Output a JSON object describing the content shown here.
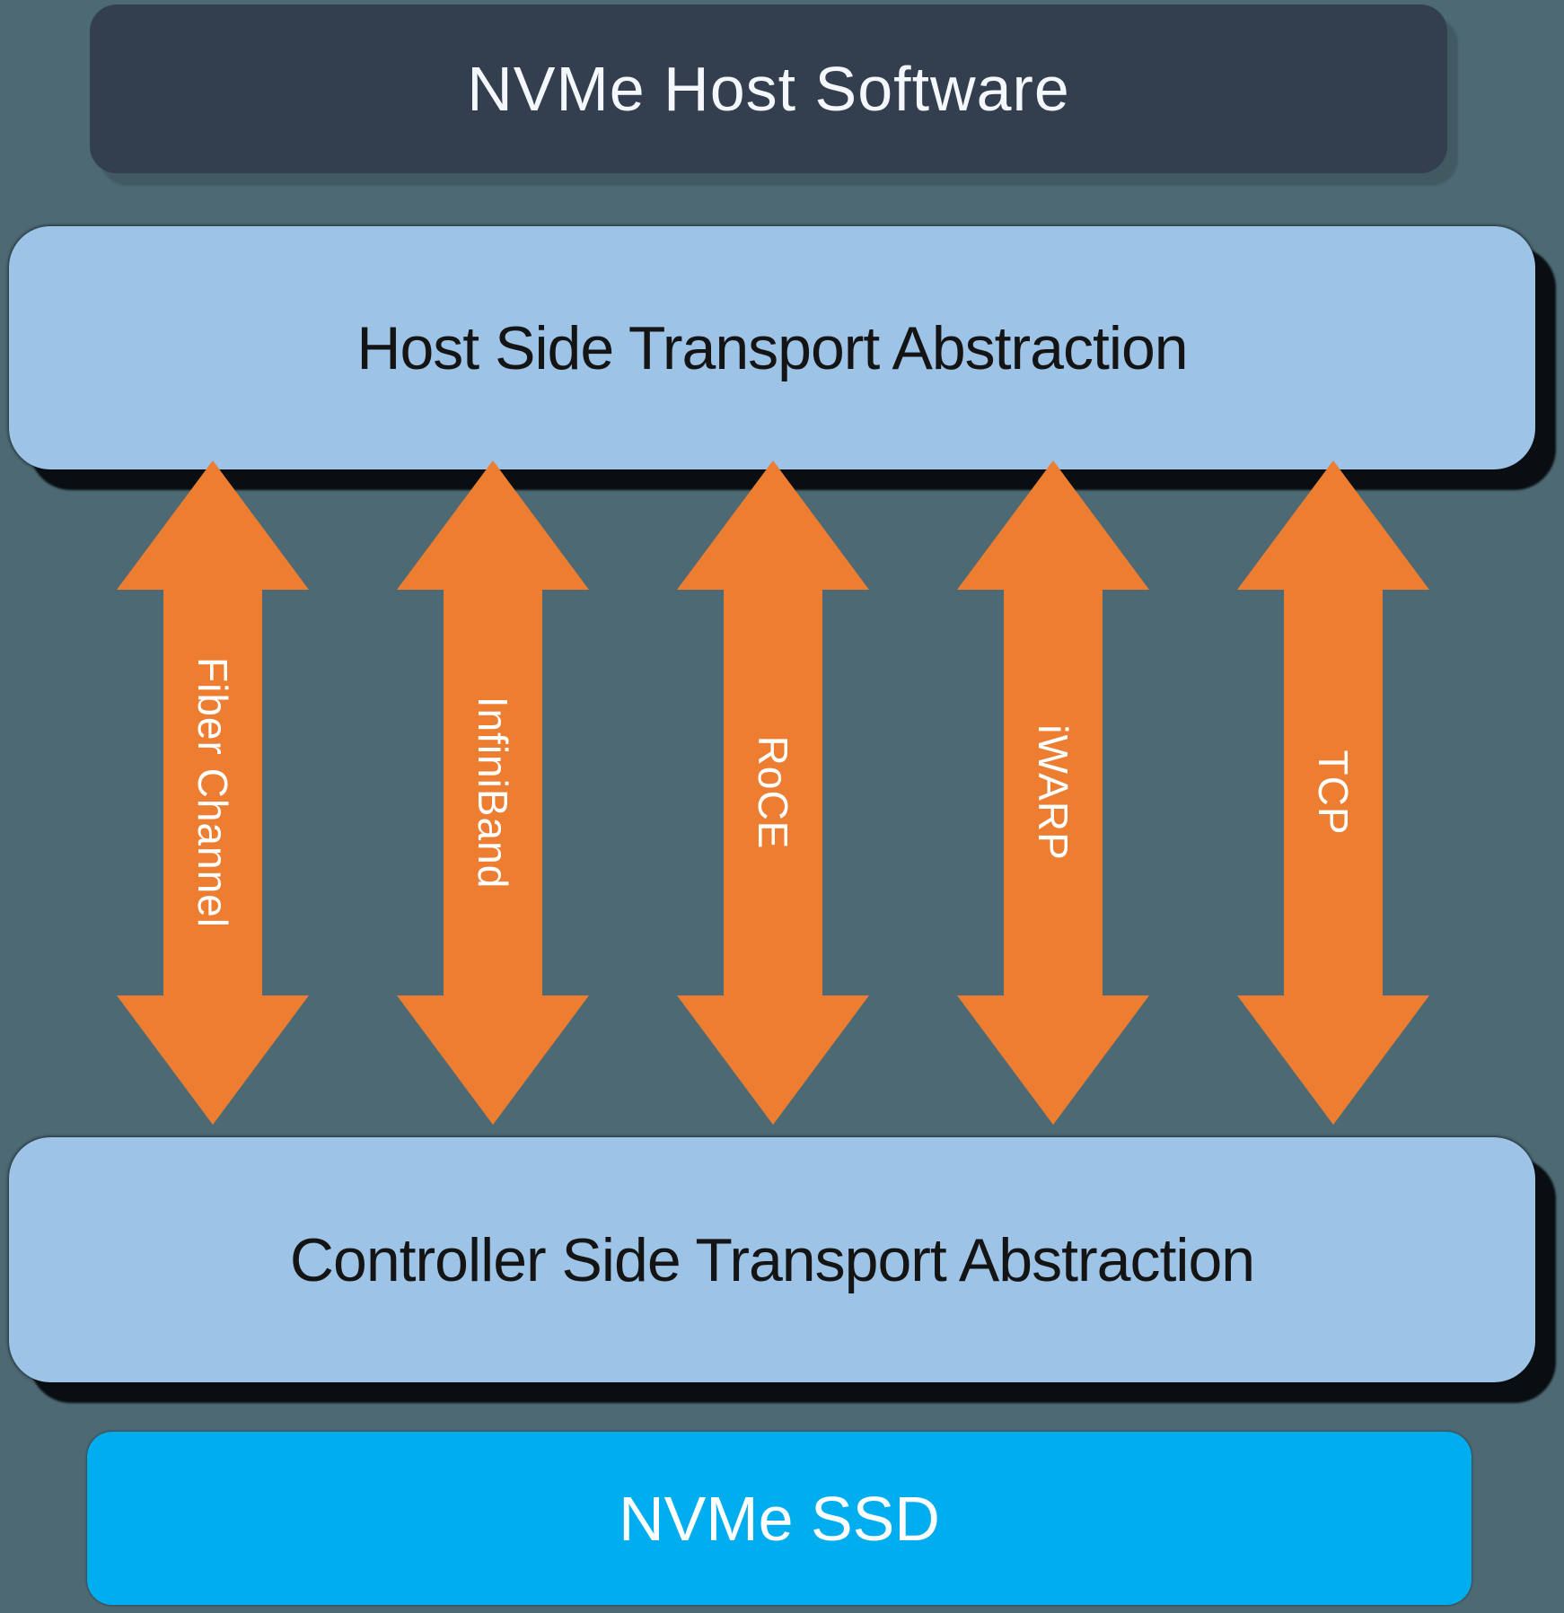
{
  "boxes": {
    "host_software": "NVMe Host Software",
    "host_abstraction": "Host Side Transport Abstraction",
    "controller_abstraction": "Controller Side Transport Abstraction",
    "nvme_ssd": "NVMe SSD"
  },
  "arrows": [
    {
      "label": "Fiber Channel"
    },
    {
      "label": "InfiniBand"
    },
    {
      "label": "RoCE"
    },
    {
      "label": "iWARP"
    },
    {
      "label": "TCP"
    }
  ],
  "colors": {
    "background": "#4D6973",
    "navy_box": "#333E4F",
    "light_blue_box": "#9DC3E6",
    "orange_arrow": "#EC7D31",
    "cyan_box": "#00AEEF",
    "shadow": "#05080C",
    "box_text_dark": "#141414",
    "box_text_light": "#FFFFFF"
  }
}
